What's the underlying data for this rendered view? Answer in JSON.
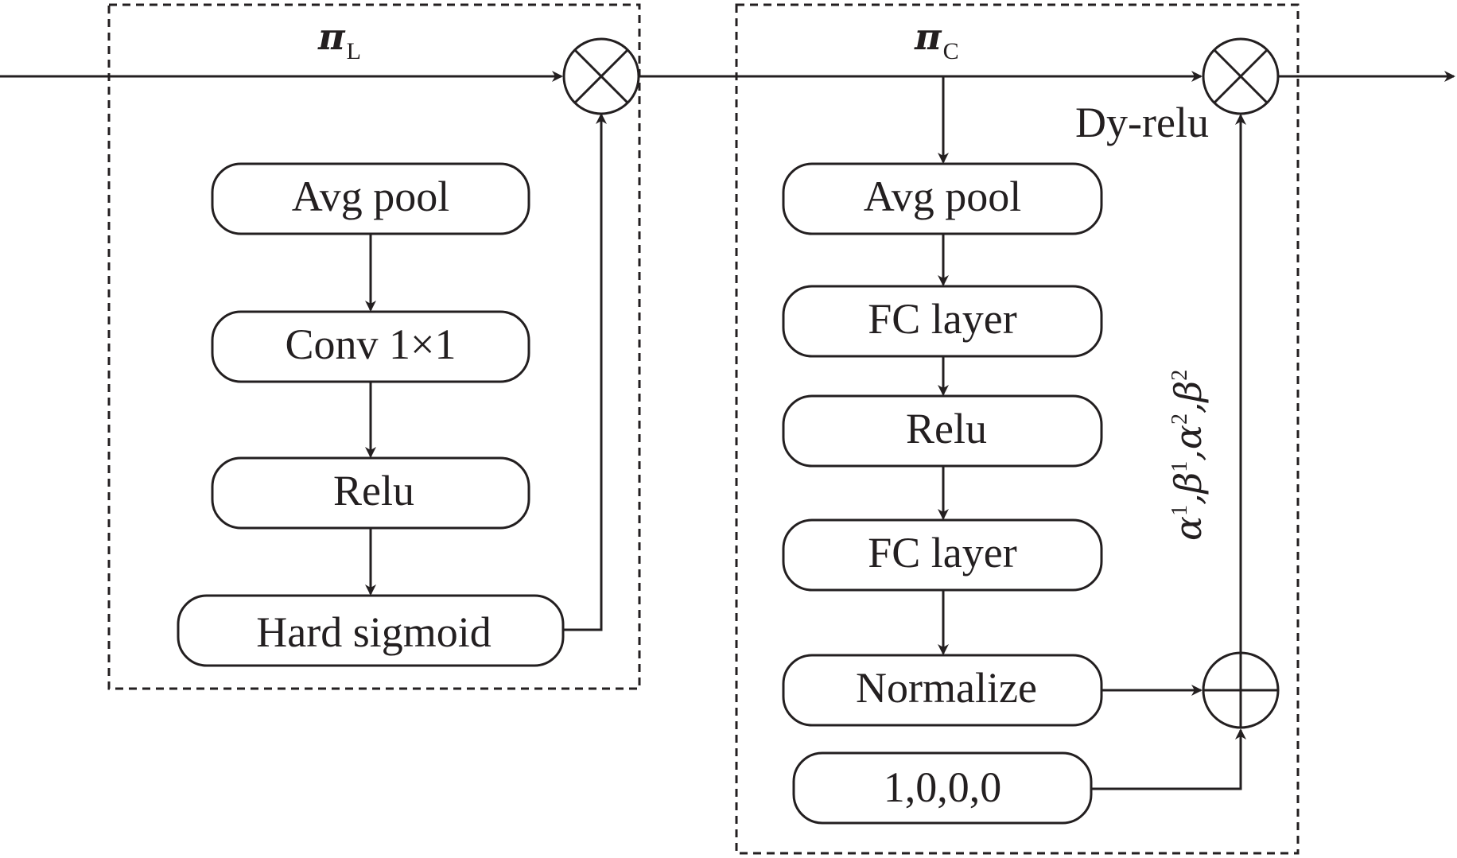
{
  "diagram": {
    "left_module": {
      "symbol": "π",
      "subscript": "L",
      "blocks": [
        "Avg pool",
        "Conv 1×1",
        "Relu",
        "Hard sigmoid"
      ]
    },
    "right_module": {
      "symbol": "π",
      "subscript": "C",
      "blocks": [
        "Avg pool",
        "FC layer",
        "Relu",
        "FC layer",
        "Normalize"
      ],
      "init_block": "1,0,0,0",
      "output_label": "Dy-relu",
      "params_label": {
        "parts": [
          {
            "greek": "α",
            "sup": "1"
          },
          {
            "greek": "β",
            "sup": "1"
          },
          {
            "greek": "α",
            "sup": "2"
          },
          {
            "greek": "β",
            "sup": "2"
          }
        ],
        "separator": ","
      }
    },
    "operators": {
      "multiply": "⊗",
      "add": "⊕"
    }
  }
}
